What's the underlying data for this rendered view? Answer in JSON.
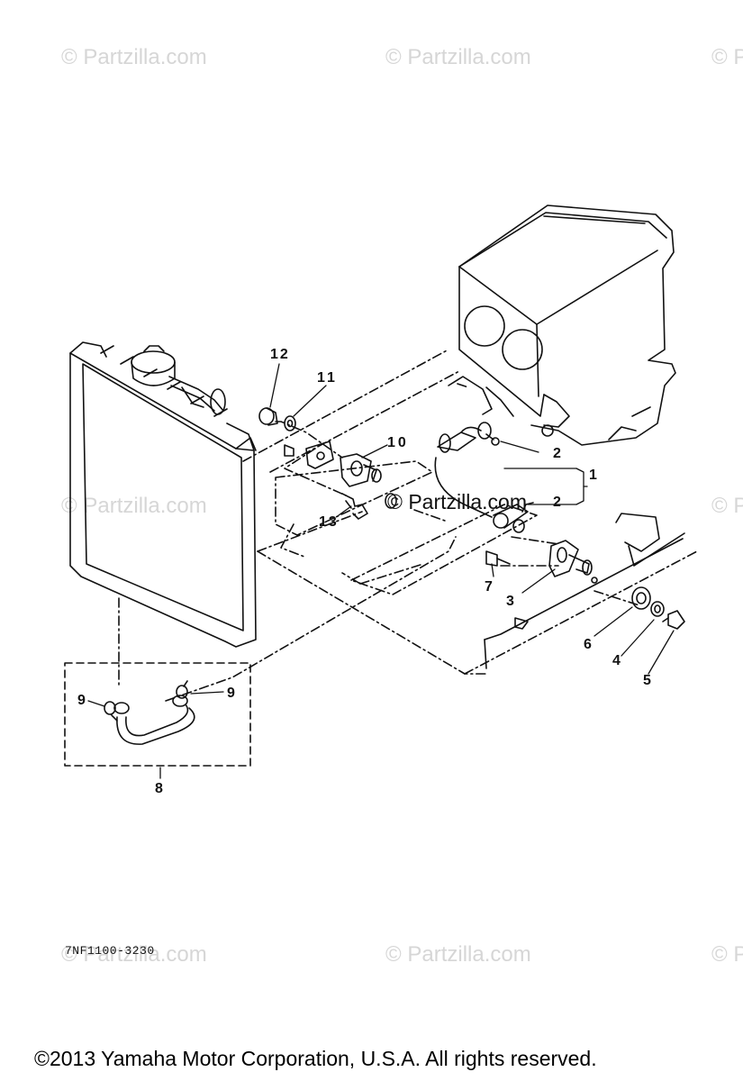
{
  "watermarks": {
    "top_left": "© Partzilla.com",
    "top_center": "© Partzilla.com",
    "top_right": "© P",
    "mid_left": "© Partzilla.com",
    "mid_center": "© Partzilla.com",
    "mid_right": "© P",
    "bottom_left": "© Partzilla.com",
    "bottom_center": "© Partzilla.com",
    "bottom_right": "© P"
  },
  "callouts": {
    "c1": "1",
    "c2a": "2",
    "c2b": "2",
    "c3": "3",
    "c4": "4",
    "c5": "5",
    "c6": "6",
    "c7": "7",
    "c8": "8",
    "c9a": "9",
    "c9b": "9",
    "c10": "10",
    "c11": "11",
    "c12": "12",
    "c13": "13"
  },
  "diagram_code": "7NF1100-3230",
  "copyright": "©2013  Yamaha Motor Corporation, U.S.A. All rights reserved.",
  "colors": {
    "line": "#111111",
    "watermark": "#d6d6d6",
    "background": "#ffffff"
  }
}
